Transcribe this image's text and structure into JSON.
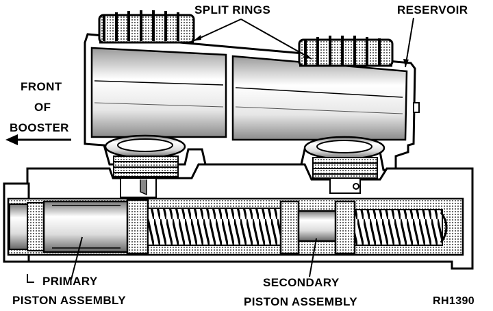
{
  "labels": {
    "split_rings": "SPLIT RINGS",
    "reservoir": "RESERVOIR",
    "front_line1": "FRONT",
    "front_line2": "OF",
    "front_line3": "BOOSTER",
    "primary_line1": "PRIMARY",
    "primary_line2": "PISTON ASSEMBLY",
    "secondary_line1": "SECONDARY",
    "secondary_line2": "PISTON ASSEMBLY",
    "figure_code": "RH1390"
  },
  "colors": {
    "ink": "#000000",
    "paper": "#ffffff",
    "shade": "#cfcfcf",
    "dark_shade": "#7a7a7a"
  }
}
